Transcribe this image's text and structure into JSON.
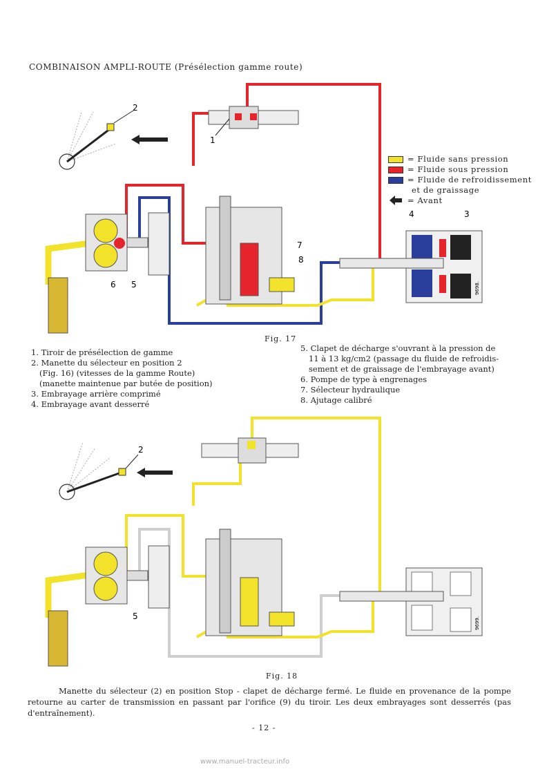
{
  "title": "COMBINAISON AMPLI-ROUTE (Présélection gamme route)",
  "fig17": {
    "label": "Fig. 17",
    "callouts": [
      "1",
      "2",
      "3",
      "4",
      "5",
      "6",
      "7",
      "8"
    ],
    "stamp": "9698.",
    "legend_left": [
      "1. Tiroir de présélection de gamme",
      "2. Manette du sélecteur en position 2",
      "(Fig. 16) (vitesses de la gamme Route)",
      "(manette maintenue par butée de position)",
      "3. Embrayage arrière comprimé",
      "4. Embrayage avant desserré"
    ],
    "legend_right": [
      "5. Clapet de décharge s'ouvrant à la pression de",
      "11 à 13 kg/cm2 (passage du fluide de refroidis-",
      "sement et de graissage de l'embrayage avant)",
      "6. Pompe de type à engrenages",
      "7. Sélecteur hydraulique",
      "8. Ajutage calibré"
    ]
  },
  "color_legend": {
    "items": [
      {
        "label": "= Fluide sans pression",
        "color": "#f2e22a"
      },
      {
        "label": "= Fluide sous pression",
        "color": "#e5242b"
      },
      {
        "label": "= Fluide de refroidissement",
        "color": "#2a3f9c"
      }
    ],
    "continuation": "et de graissage",
    "arrow_label": "= Avant"
  },
  "fig18": {
    "label": "Fig. 18",
    "callouts": [
      "2",
      "5"
    ],
    "stamp": "9699."
  },
  "caption": "Manette du sélecteur (2) en position Stop - clapet de décharge fermé. Le fluide en provenance de la pompe retourne au carter de transmission en passant par l'orifice (9) du tiroir. Les deux embrayages sont desserrés (pas d'entraînement).",
  "page_number": "- 12 -",
  "watermark": "www.manuel-tracteur.info",
  "colors": {
    "yellow": "#f2e22a",
    "red": "#e5242b",
    "blue": "#2a3f9c",
    "grey": "#cfcfcf"
  }
}
